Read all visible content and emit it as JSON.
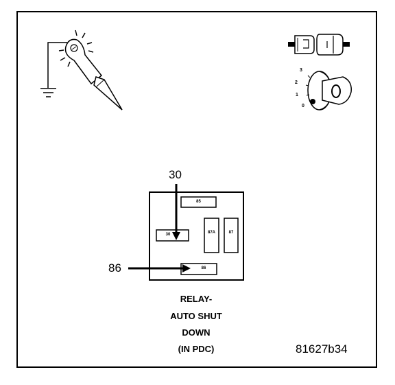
{
  "diagram": {
    "pin_callouts": {
      "pin_30": "30",
      "pin_86": "86"
    },
    "terminals": {
      "t85": "85",
      "t30": "30",
      "t87a": "87A",
      "t87": "87",
      "t86": "86"
    },
    "caption": {
      "line1": "RELAY-",
      "line2": "AUTO SHUT",
      "line3": "DOWN",
      "line4": "(IN PDC)"
    },
    "figure_number": "81627b34",
    "ignition_positions": [
      "3",
      "2",
      "1",
      "0"
    ],
    "icons": [
      "test-light-probe-icon",
      "ground-symbol-icon",
      "unplugged-connector-icon",
      "ignition-key-switch-icon"
    ]
  }
}
